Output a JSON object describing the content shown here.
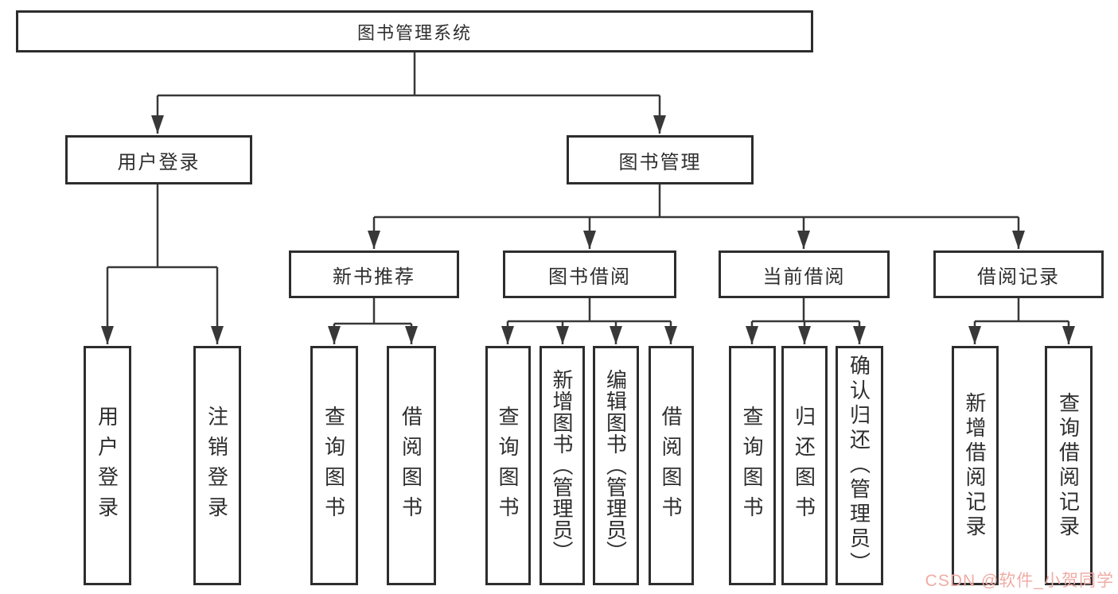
{
  "diagram": {
    "root": {
      "label": "图书管理系统",
      "children": [
        {
          "label": "用户登录",
          "children": [
            {
              "label": "用户登录"
            },
            {
              "label": "注销登录"
            }
          ]
        },
        {
          "label": "图书管理",
          "children": [
            {
              "label": "新书推荐",
              "children": [
                {
                  "label": "查询图书"
                },
                {
                  "label": "借阅图书"
                }
              ]
            },
            {
              "label": "图书借阅",
              "children": [
                {
                  "label": "查询图书"
                },
                {
                  "label": "新增图书（管理员）"
                },
                {
                  "label": "编辑图书（管理员）"
                },
                {
                  "label": "借阅图书"
                }
              ]
            },
            {
              "label": "当前借阅",
              "children": [
                {
                  "label": "查询图书"
                },
                {
                  "label": "归还图书"
                },
                {
                  "label": "确认归还（管理员）"
                }
              ]
            },
            {
              "label": "借阅记录",
              "children": [
                {
                  "label": "新增借阅记录"
                },
                {
                  "label": "查询借阅记录"
                }
              ]
            }
          ]
        }
      ]
    }
  },
  "watermark": {
    "text": "CSDN @软件_小贺同学",
    "color": "#f0aca5"
  },
  "colors": {
    "line": "#383838",
    "box_border": "#2d2d2d",
    "text": "#2e2e2e",
    "background": "#ffffff"
  }
}
